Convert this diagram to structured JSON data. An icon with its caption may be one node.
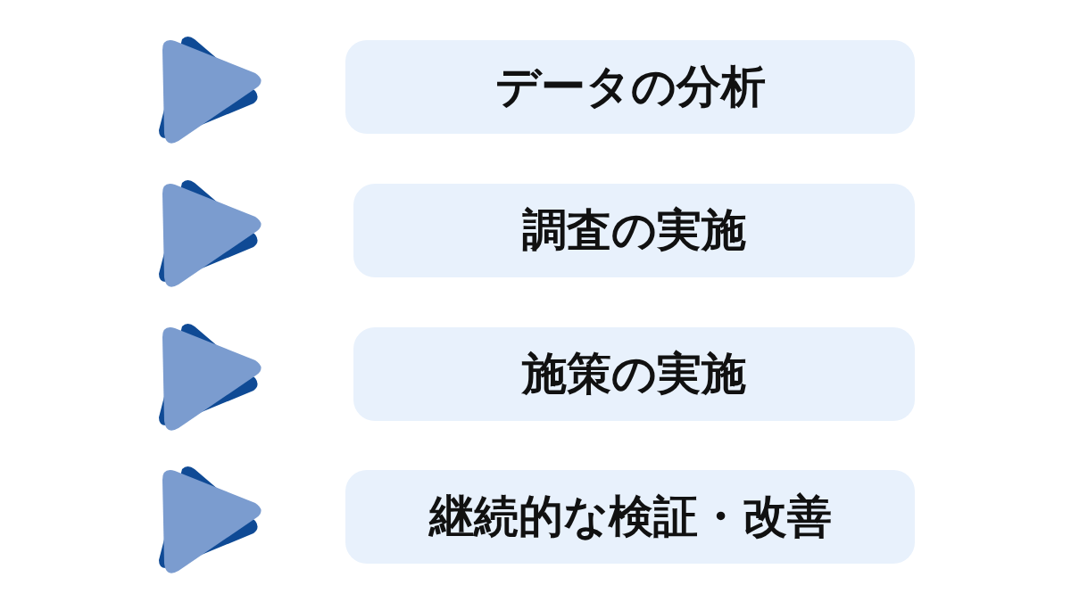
{
  "diagram": {
    "nodes": [
      {
        "text": [
          "データの分析"
        ]
      },
      {
        "text": [
          "調査の実施"
        ]
      },
      {
        "text": [
          "施策の実施"
        ]
      },
      {
        "text": [
          "継続的な検証・改善"
        ]
      }
    ]
  }
}
